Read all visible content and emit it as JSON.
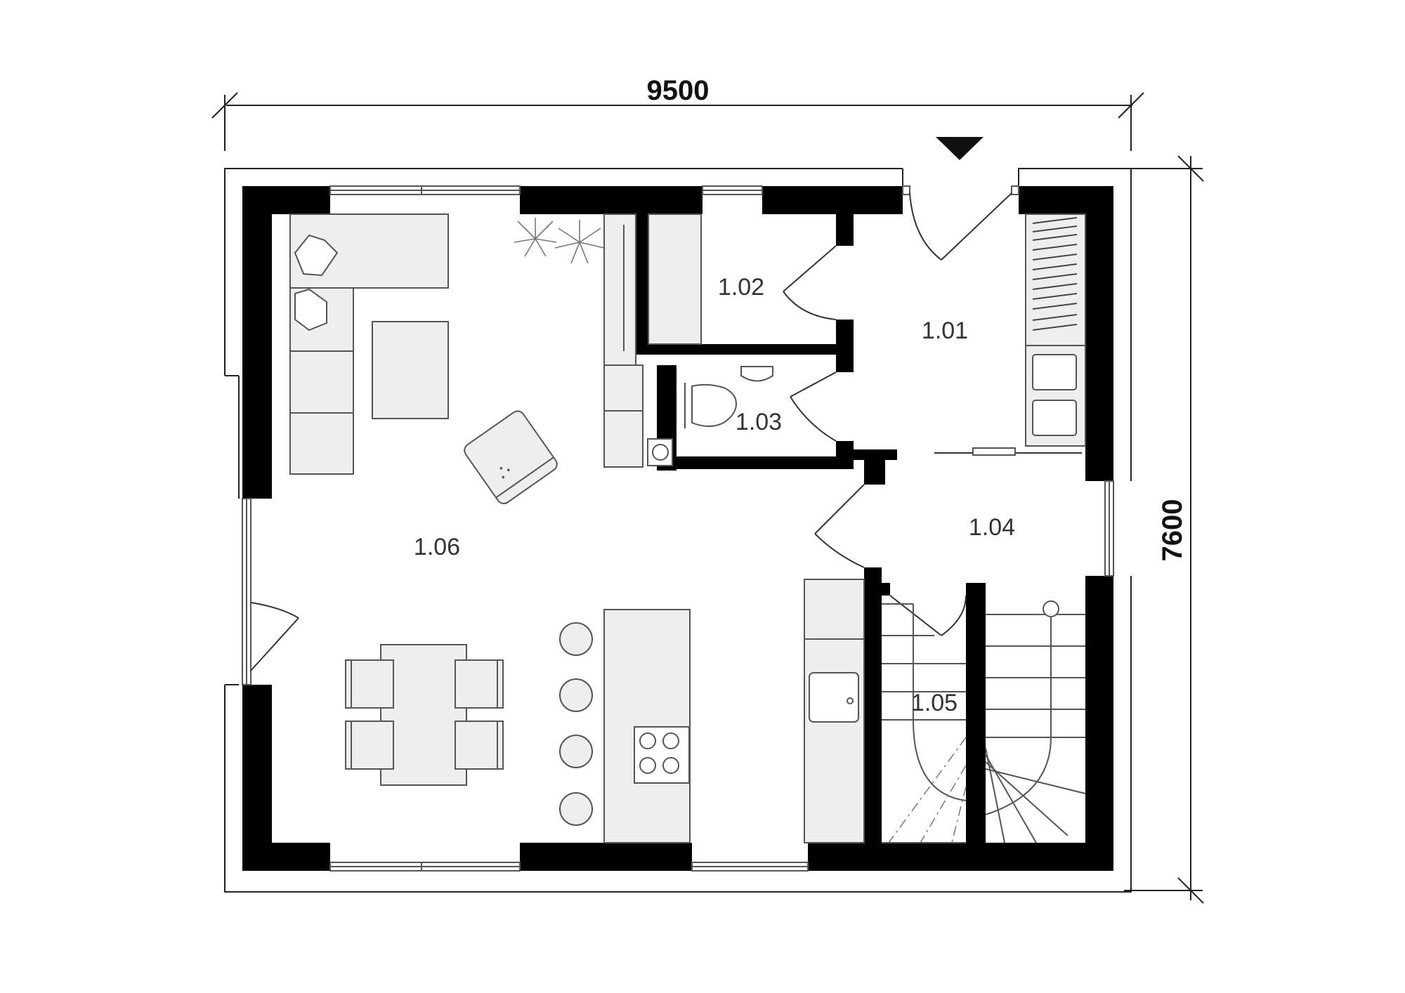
{
  "dimensions": {
    "width_label": "9500",
    "height_label": "7600"
  },
  "rooms": [
    {
      "id": "1.01",
      "label": "1.01"
    },
    {
      "id": "1.02",
      "label": "1.02"
    },
    {
      "id": "1.03",
      "label": "1.03"
    },
    {
      "id": "1.04",
      "label": "1.04"
    },
    {
      "id": "1.05",
      "label": "1.05"
    },
    {
      "id": "1.06",
      "label": "1.06"
    }
  ],
  "icons": {
    "entrance": "entrance-arrow-icon",
    "plant": "plant-icon",
    "toilet": "toilet-icon",
    "sink": "sink-icon",
    "hob": "cooktop-icon",
    "stool": "bar-stool-icon"
  }
}
